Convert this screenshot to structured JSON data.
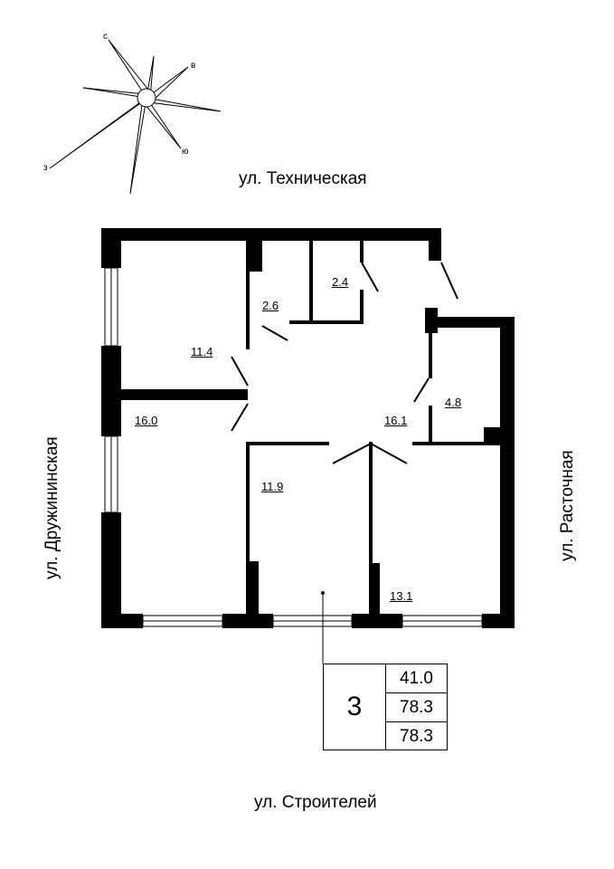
{
  "compass": {
    "north": "с",
    "east": "в",
    "south": "ю",
    "west": "з"
  },
  "streets": {
    "top": "ул. Техническая",
    "left": "ул. Дружининская",
    "right": "ул. Расточная",
    "bottom": "ул. Строителей"
  },
  "rooms": {
    "bathroom": "2.6",
    "toilet": "2.4",
    "bedroom_top_left": "11.4",
    "bedroom_left": "16.0",
    "hall": "16.1",
    "storage": "4.8",
    "bedroom_middle": "11.9",
    "kitchen": "13.1"
  },
  "summary": {
    "room_count": "3",
    "living_area": "41.0",
    "total_area": "78.3",
    "total_area_2": "78.3"
  }
}
